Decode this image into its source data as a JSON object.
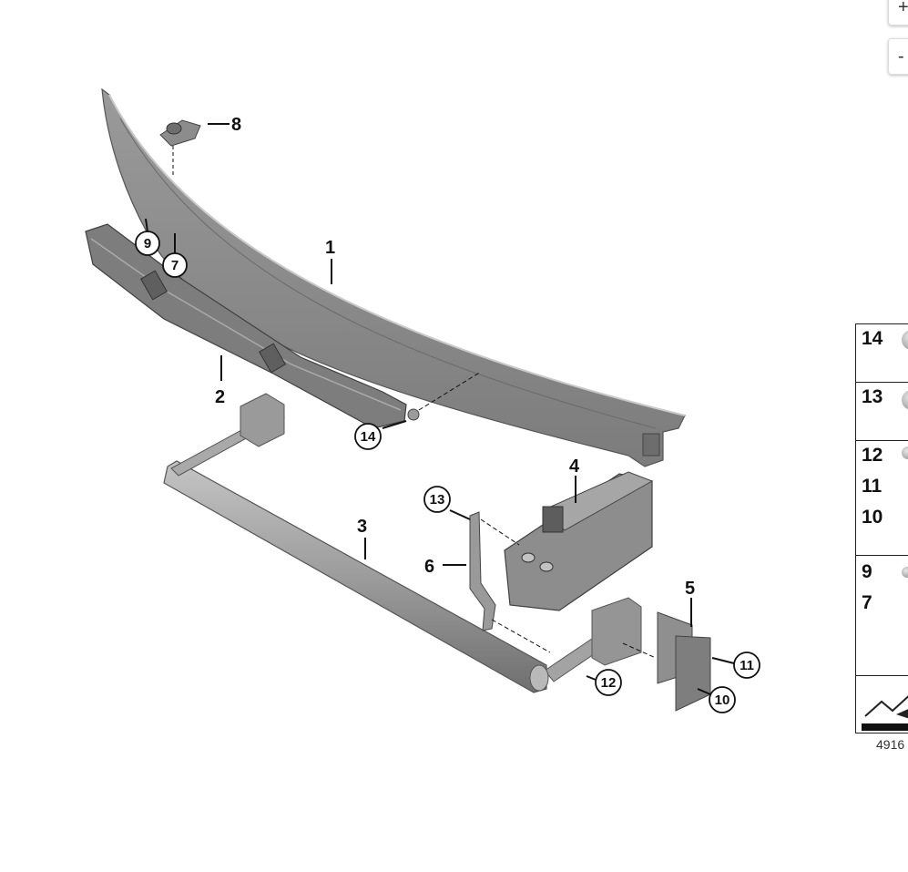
{
  "controls": {
    "zoom_in_label": "+",
    "zoom_out_label": "-"
  },
  "callouts": [
    "1",
    "2",
    "3",
    "4",
    "5",
    "6",
    "8"
  ],
  "circled_callouts": [
    "7",
    "9",
    "10",
    "11",
    "12",
    "13",
    "14"
  ],
  "legend": {
    "rows": [
      {
        "numbers": [
          "14"
        ]
      },
      {
        "numbers": [
          "13"
        ]
      },
      {
        "numbers": [
          "12",
          "11",
          "10"
        ]
      },
      {
        "numbers": [
          "9",
          "7"
        ]
      }
    ],
    "diagram_id": "4916"
  }
}
